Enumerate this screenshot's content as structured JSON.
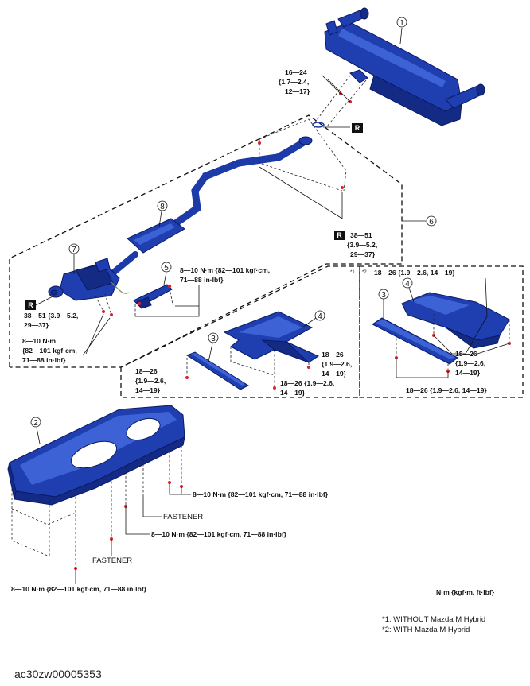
{
  "callouts": {
    "c1": "1",
    "c2": "2",
    "c3": "3",
    "c4": "4",
    "c5": "5",
    "c6": "6",
    "c7": "7",
    "c8": "8"
  },
  "seal_marker": "R",
  "torque": {
    "t16_24": [
      "16—24",
      "{1.7—2.4,",
      "12—17}"
    ],
    "t38_51_right": [
      "38—51",
      "{3.9—5.2,",
      "29—37}"
    ],
    "t38_51_left": [
      "38—51  {3.9—5.2,",
      "29—37}"
    ],
    "t8_10_center": [
      "8—10 N·m {82—101 kgf·cm,",
      "71—88 in·lbf}"
    ],
    "t8_10_left": [
      "8—10 N·m",
      "{82—101 kgf·cm,",
      "71—88 in·lbf}"
    ],
    "t18_26_a": [
      "18—26 {1.9—2.6, 14—19}"
    ],
    "t18_26_b": [
      "18—26",
      "{1.9—2.6,",
      "14—19}"
    ],
    "t18_26_c": [
      "18—26",
      "{1.9—2.6,",
      "14—19}"
    ],
    "t18_26_d": [
      "18—26 {1.9—2.6,",
      "14—19}"
    ],
    "t18_26_e": [
      "18—26",
      "{1.9—2.6,",
      "14—19}"
    ],
    "t18_26_f": [
      "18—26 {1.9—2.6, 14—19}"
    ],
    "t8_10_under1": [
      "8—10 N·m {82—101 kgf·cm, 71—88 in·lbf}"
    ],
    "t8_10_under2": [
      "8—10 N·m {82—101 kgf·cm, 71—88 in·lbf}"
    ],
    "t8_10_under3": [
      "8—10 N·m {82—101 kgf·cm, 71—88 in·lbf}"
    ]
  },
  "fastener_label": "FASTENER",
  "region_marks": {
    "star1": "*1",
    "star2": "*2"
  },
  "units_note": "N·m {kgf·m, ft·lbf}",
  "notes": [
    "*1: WITHOUT Mazda M Hybrid",
    "*2: WITH Mazda M Hybrid"
  ],
  "figure_id": "ac30zw00005353"
}
